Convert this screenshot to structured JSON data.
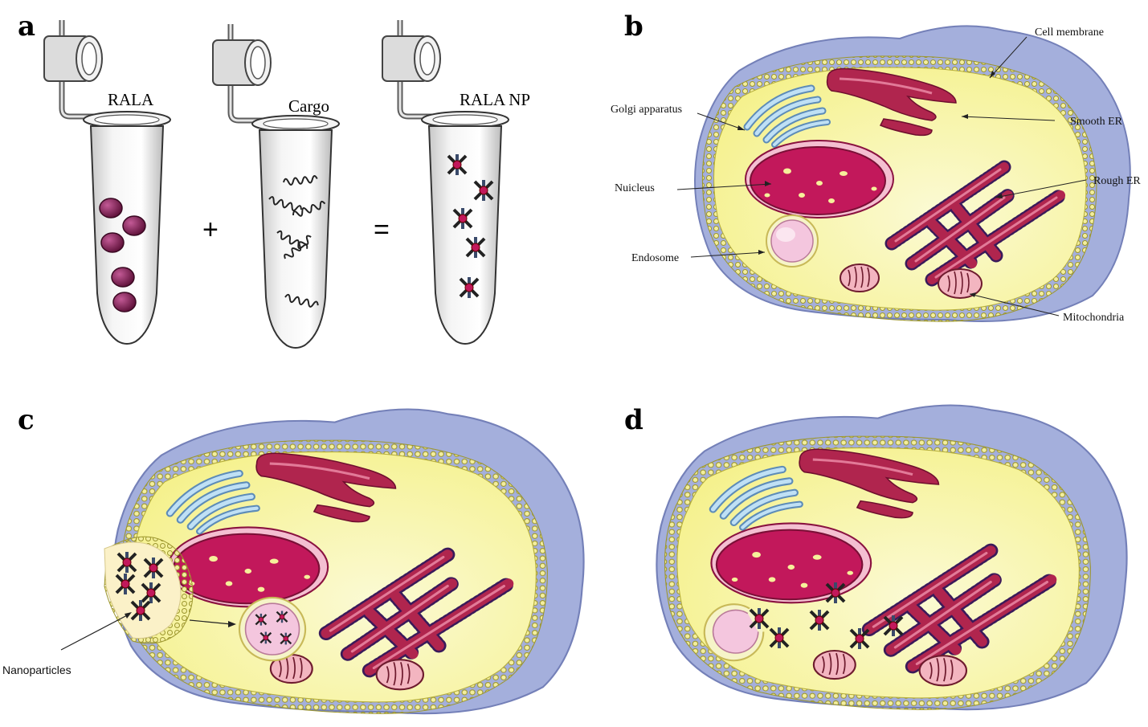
{
  "panels": {
    "a": {
      "letter": "a",
      "tube_labels": [
        "RALA",
        "Cargo",
        "RALA NP"
      ],
      "plus": "+",
      "equals": "="
    },
    "b": {
      "letter": "b",
      "labels": {
        "cell_membrane": "Cell membrane",
        "golgi": "Golgi apparatus",
        "smooth_er": "Smooth ER",
        "nucleus": "Nuicleus",
        "rough_er": "Rough ER",
        "endosome": "Endosome",
        "mitochondria": "Mitochondria"
      }
    },
    "c": {
      "letter": "c",
      "nanoparticles_label": "Nanoparticles"
    },
    "d": {
      "letter": "d"
    }
  },
  "colors": {
    "cytoplasm": "#f6f39a",
    "membrane_dots": "#e2d968",
    "membrane_shadow": "#9aa6d6",
    "nucleus": "#c2185b",
    "er": "#b0254e",
    "golgi": "#8ec2e6",
    "endosome": "#f4c6de",
    "mitochondria": "#f3b5c0",
    "rala_particle": "#7b1a4e"
  }
}
